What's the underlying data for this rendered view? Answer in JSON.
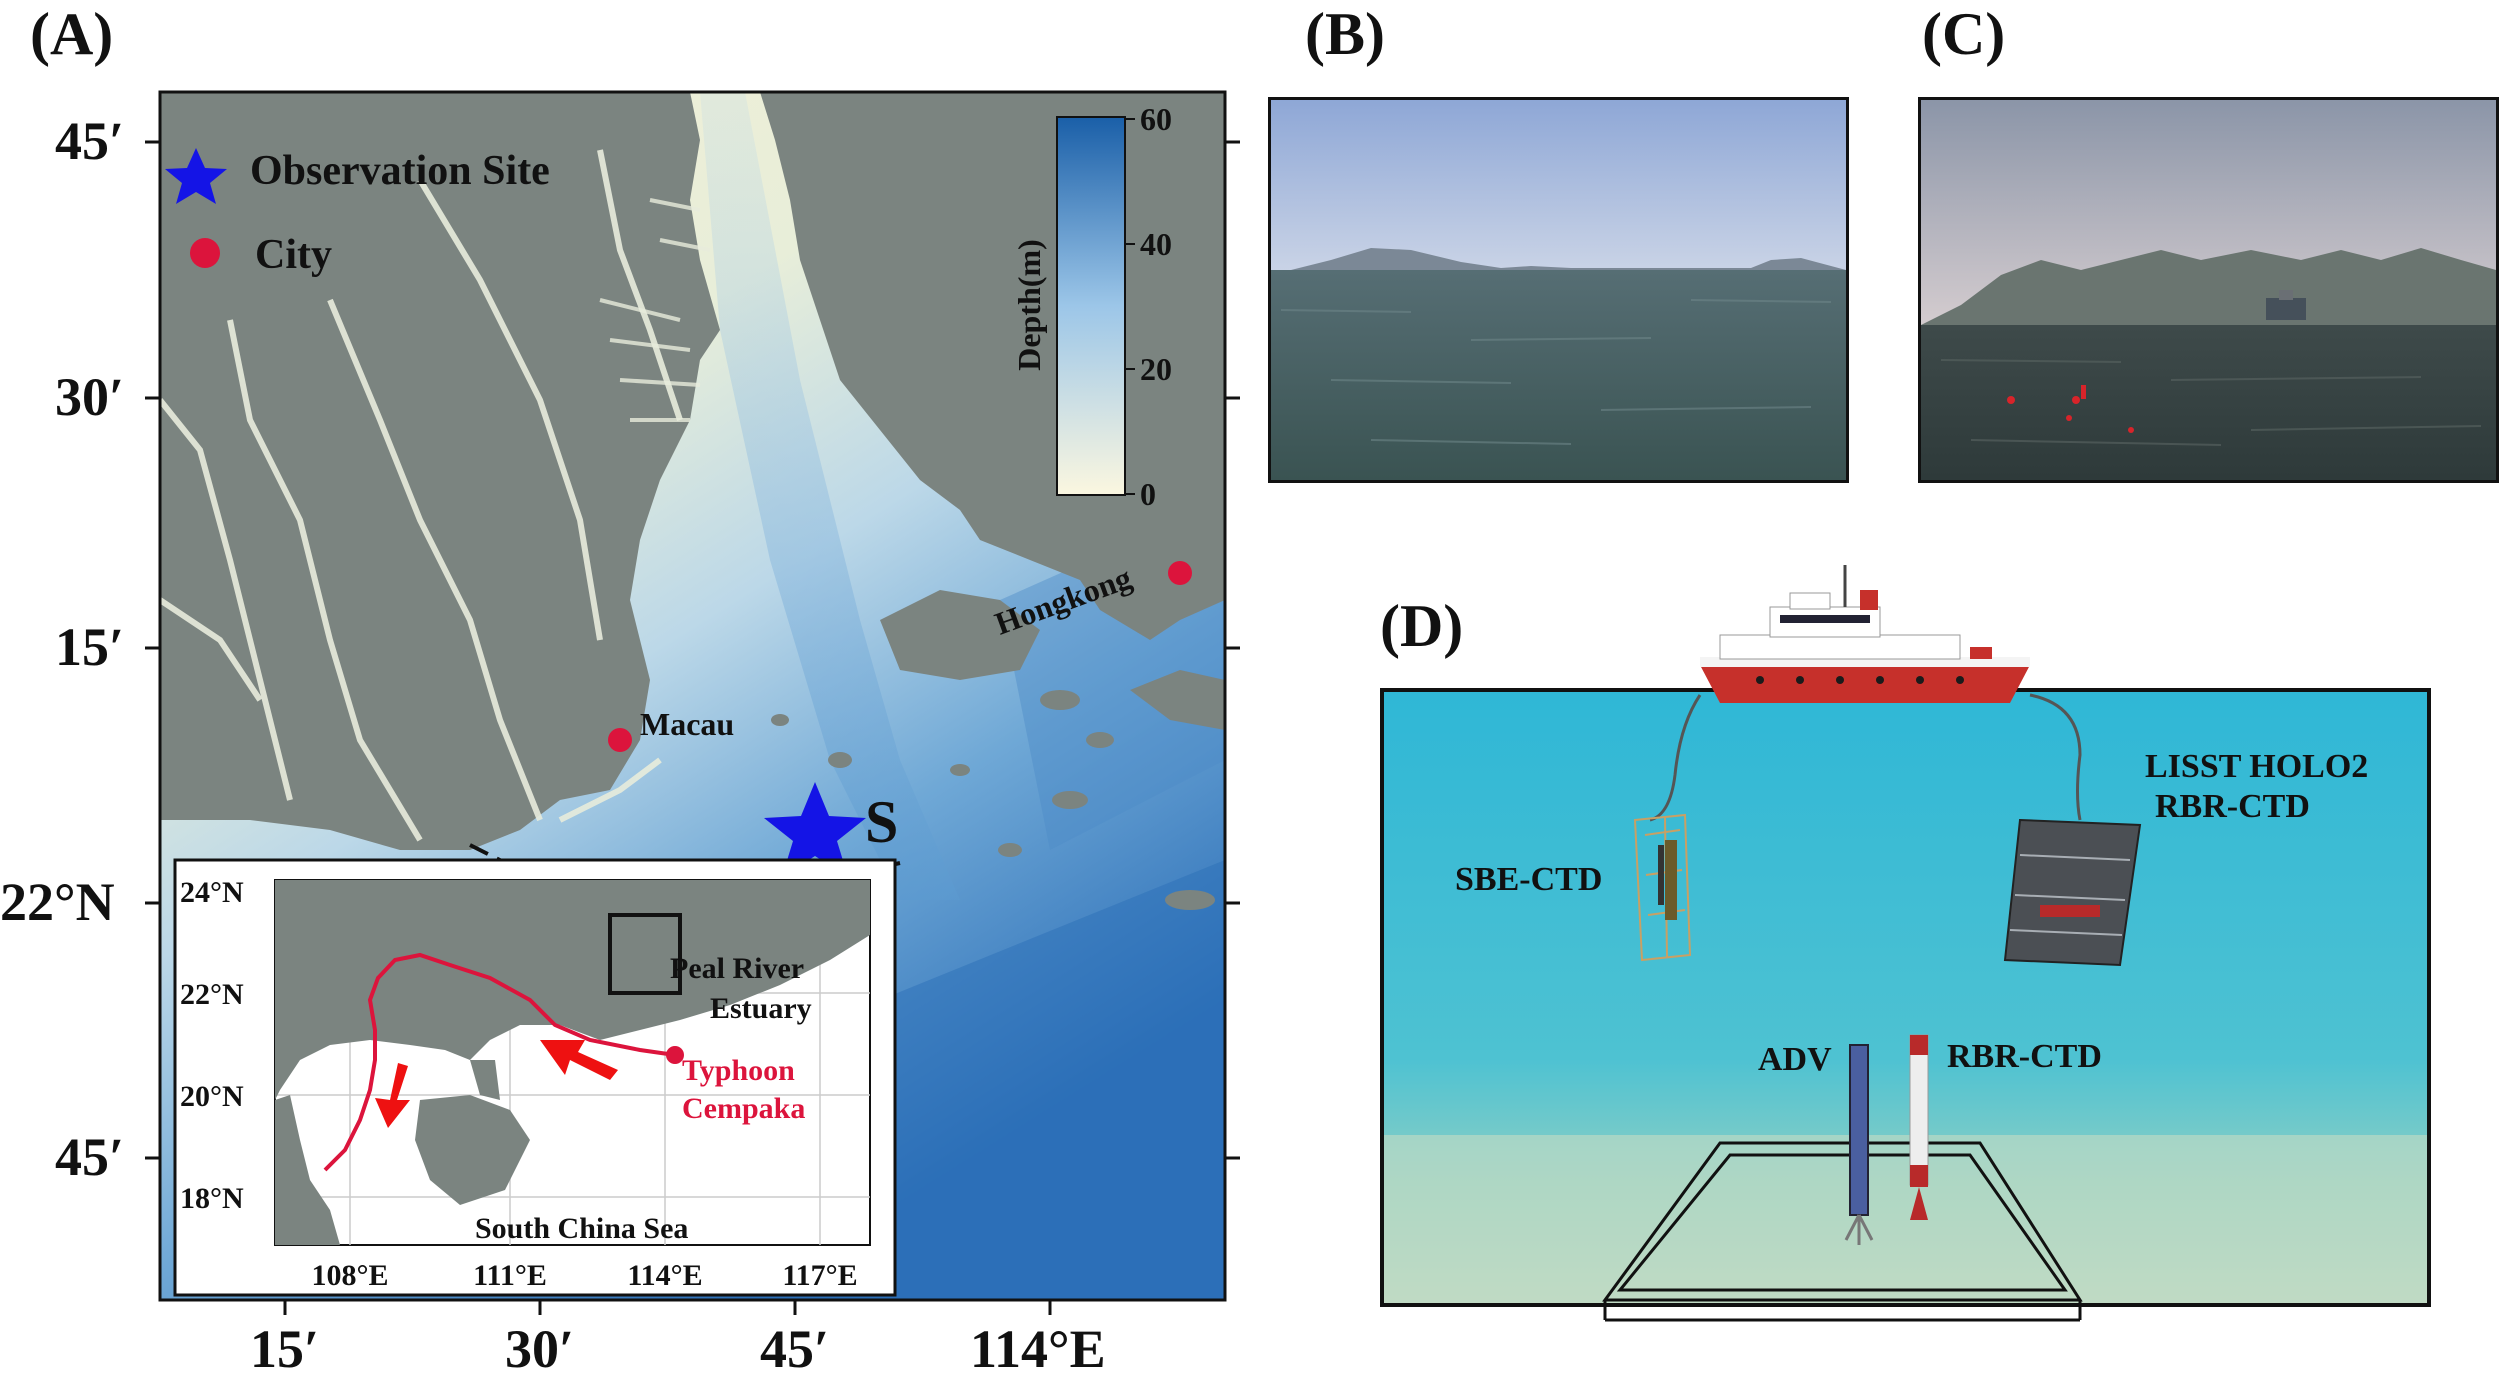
{
  "panels": {
    "a": "(A)",
    "b": "(B)",
    "c": "(C)",
    "d": "(D)"
  },
  "map": {
    "lat_ticks": [
      "45′",
      "30′",
      "15′",
      "22°N",
      "45′"
    ],
    "lon_ticks": [
      "15′",
      "30′",
      "45′",
      "114°E"
    ],
    "legend": {
      "site_label": "Observation Site",
      "city_label": "City",
      "site_color": "#1414e6",
      "city_color": "#dc143c"
    },
    "colorbar": {
      "title": "Depth(m)",
      "ticks": [
        "60",
        "40",
        "20",
        "0"
      ],
      "max_depth_m": 60,
      "min_depth_m": 0,
      "low_color": "#fbf7e0",
      "high_color": "#1a5fa8"
    },
    "cities": {
      "macau": "Macau",
      "hongkong": "Hongkong"
    },
    "site_marker": "S",
    "inset": {
      "lat_ticks": [
        "24°N",
        "22°N",
        "20°N",
        "18°N"
      ],
      "lon_ticks": [
        "108°E",
        "111°E",
        "114°E",
        "117°E"
      ],
      "estuary_label_1": "Peal River",
      "estuary_label_2": "Estuary",
      "typhoon_label_1": "Typhoon",
      "typhoon_label_2": "Cempaka",
      "sea_label": "South China Sea",
      "track_color": "#dc143c"
    }
  },
  "diagram": {
    "labels": {
      "sbe": "SBE-CTD",
      "lisst_1": "LISST HOLO2",
      "lisst_2": "RBR-CTD",
      "adv": "ADV",
      "rbr": "RBR-CTD"
    }
  }
}
